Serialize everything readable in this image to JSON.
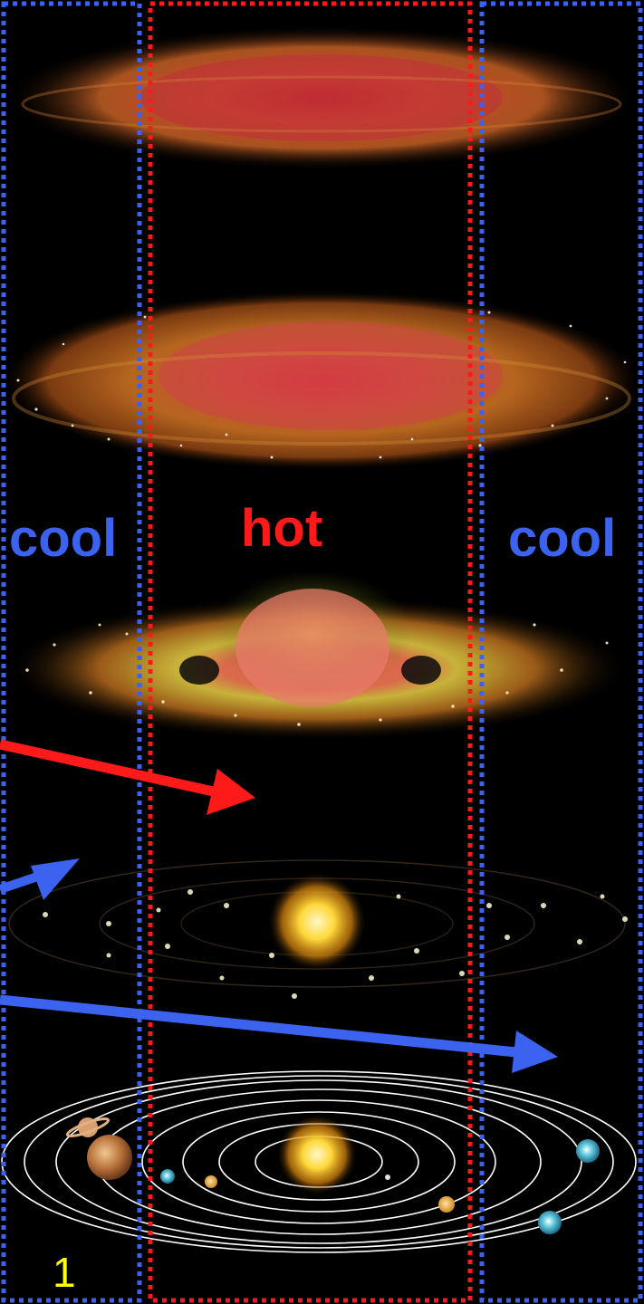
{
  "labels": {
    "cool_left": "cool",
    "hot": "hot",
    "cool_right": "cool"
  },
  "slide_number": "1",
  "colors": {
    "background": "#000000",
    "cool": "#3c63f0",
    "hot": "#ff1a1a",
    "slide_number": "#ffff00",
    "disk_orange": "#c8641e",
    "disk_core": "#d23a2a",
    "sun": "#ffd23c",
    "orbit": "#ffffff"
  },
  "icons": {
    "cool_zone_left": "dotted-rectangle-blue",
    "hot_zone": "dotted-rectangle-red",
    "cool_zone_right": "dotted-rectangle-blue",
    "arrow_1": "arrow-right-red",
    "arrow_2": "arrow-right-blue",
    "arrow_3": "arrow-right-blue",
    "planet_jupiter": "jupiter-icon",
    "planet_saturn": "saturn-icon",
    "sun": "sun-icon"
  }
}
